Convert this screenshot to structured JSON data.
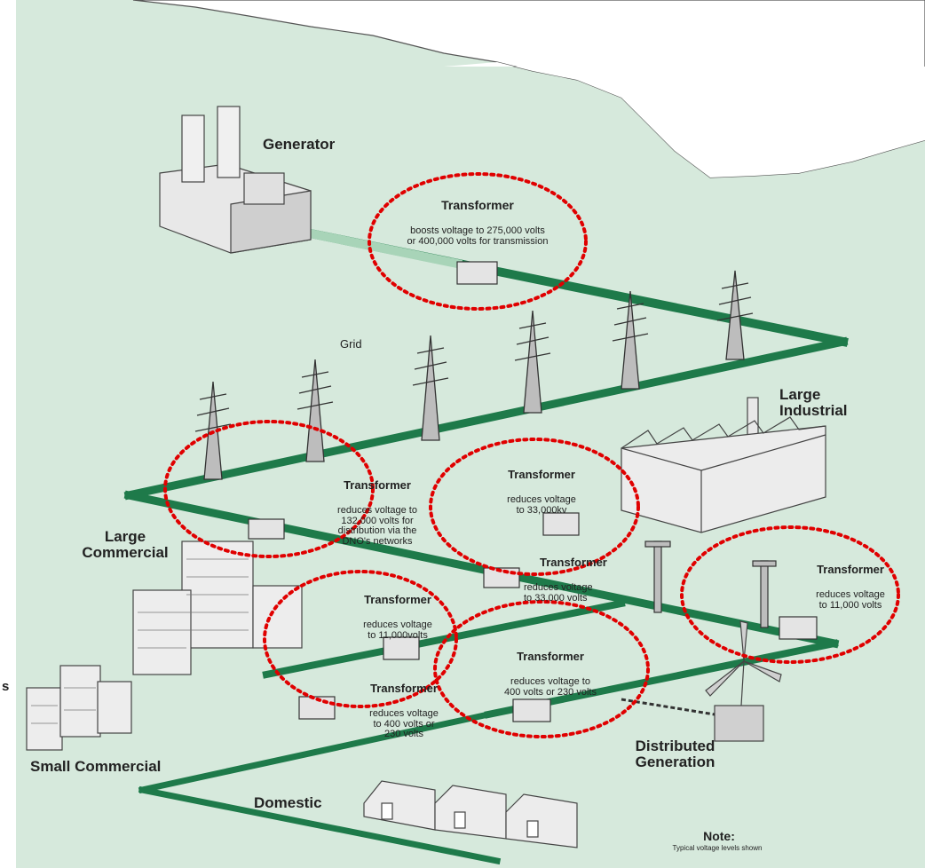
{
  "labels": {
    "generator": "Generator",
    "grid": "Grid",
    "large_industrial": "Large\nIndustrial",
    "large_commercial": "Large\nCommercial",
    "small_commercial": "Small Commercial",
    "domestic": "Domestic",
    "distributed_generation": "Distributed\nGeneration",
    "note_title": "Note:",
    "note_body": "Typical voltage levels shown",
    "edge_fragment": "s"
  },
  "transformers": [
    {
      "title": "Transformer",
      "body": "boosts voltage to 275,000 volts\nor 400,000 volts for transmission"
    },
    {
      "title": "Transformer",
      "body": "reduces voltage to\n132,000 volts for\ndistribution via the\nDNO's networks"
    },
    {
      "title": "Transformer",
      "body": "reduces voltage\nto 33,000kv"
    },
    {
      "title": "Transformer",
      "body": "reduces voltage\nto 33,000 volts"
    },
    {
      "title": "Transformer",
      "body": "reduces voltage\nto 11,000 volts"
    },
    {
      "title": "Transformer",
      "body": "reduces voltage\nto 11,000volts"
    },
    {
      "title": "Transformer",
      "body": "reduces voltage to\n400 volts or 230 volts"
    },
    {
      "title": "Transformer",
      "body": "reduces voltage\nto 400 volts or\n230 volts"
    }
  ],
  "colors": {
    "landscape": "#d6e9dc",
    "line_green": "#1e7a4a",
    "highlight_red": "#e00000",
    "building": "#e8e8e8"
  }
}
